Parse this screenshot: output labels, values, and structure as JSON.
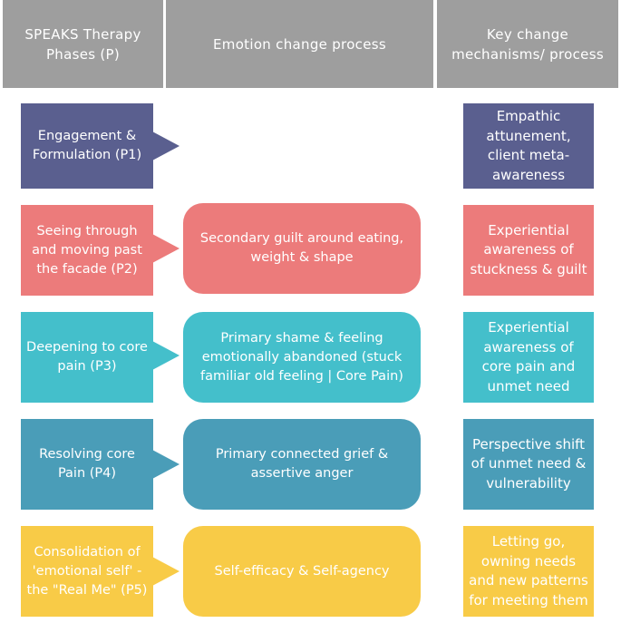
{
  "headers": [
    {
      "label": "SPEAKS Therapy Phases (P)"
    },
    {
      "label": "Emotion change process"
    },
    {
      "label": "Key change mechanisms/ process"
    }
  ],
  "rows": [
    {
      "phase": "Engagement & Formulation (P1)",
      "emotion": "",
      "mechanism": "Empathic attunement, client meta-awareness",
      "color": "#5a5f8f"
    },
    {
      "phase": "Seeing through and moving past the facade (P2)",
      "emotion": "Secondary guilt around eating, weight & shape",
      "mechanism": "Experiential awareness of stuckness & guilt",
      "color": "#ec7b7b"
    },
    {
      "phase": "Deepening to core pain (P3)",
      "emotion": "Primary shame & feeling emotionally abandoned (stuck familiar old feeling | Core Pain)",
      "mechanism": "Experiential awareness of core pain and unmet need",
      "color": "#44bfcb"
    },
    {
      "phase": "Resolving core Pain (P4)",
      "emotion": "Primary connected grief & assertive anger",
      "mechanism": "Perspective shift of unmet need & vulnerability",
      "color": "#4a9db8"
    },
    {
      "phase": "Consolidation of 'emotional self' - the \"Real Me\" (P5)",
      "emotion": "Self-efficacy & Self-agency",
      "mechanism": "Letting go, owning needs and new patterns for meeting them",
      "color": "#f8cb47"
    }
  ]
}
